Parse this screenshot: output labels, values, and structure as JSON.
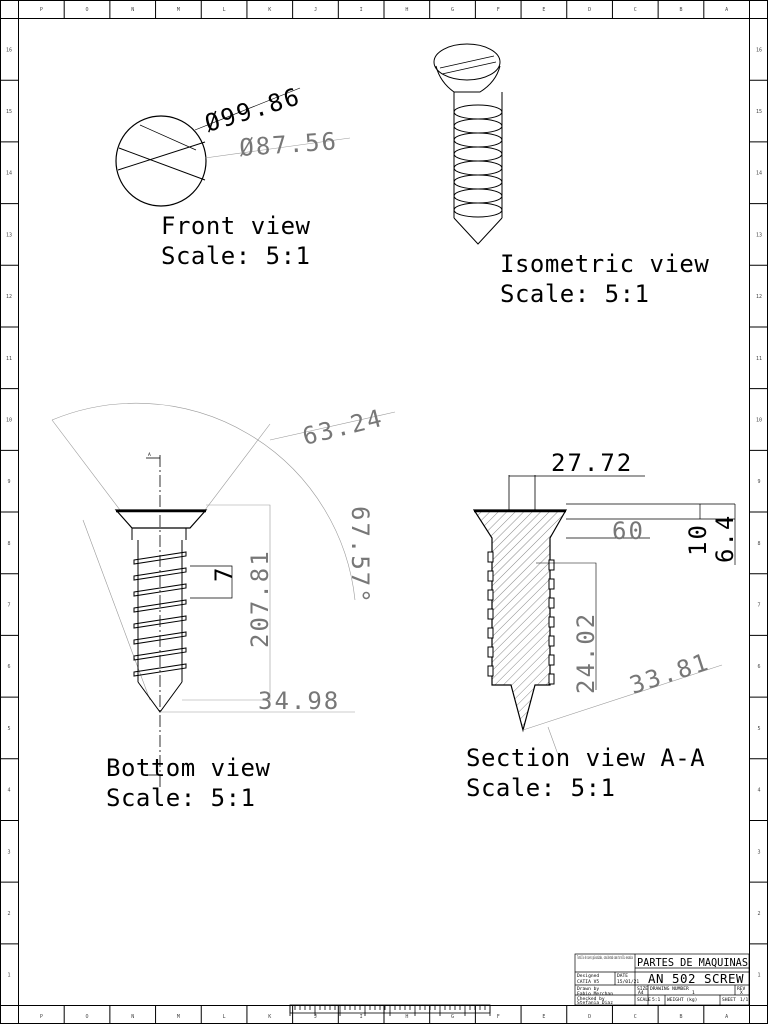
{
  "views": {
    "front": {
      "title": "Front view",
      "scale": "Scale: 5:1",
      "dim_outer": "Ø99.86",
      "dim_inner": "Ø87.56"
    },
    "isometric": {
      "title": "Isometric view",
      "scale": "Scale: 5:1"
    },
    "bottom": {
      "title": "Bottom view",
      "scale": "Scale: 5:1",
      "dim_angle": "63.24",
      "dim_radius": "67.57°",
      "dim_length": "207.81",
      "dim_pitch": "7",
      "dim_tip": "34.98",
      "section_mark": "A"
    },
    "section": {
      "title": "Section view A-A",
      "scale": "Scale: 5:1",
      "dim_head_width": "27.72",
      "dim_head_angle": "60",
      "dim_10": "10",
      "dim_64": "6.4",
      "dim_thread": "24.02",
      "dim_tip": "33.81"
    }
  },
  "title_block": {
    "description": "Tornillo de acero galvanizado, considerado como tornillo mecanico",
    "company": "PARTES DE MAQUINAS",
    "part_name": "AN 502 SCREW",
    "software_label": "Designed",
    "software": "CATIA V5",
    "date_label": "DATE",
    "date": "15/01/21",
    "drawn_by_label": "Drawn by",
    "drawn_by": "Fabio Merchan",
    "checked_by_label": "Checked by",
    "checked_by": "Stefania Diaz",
    "size_label": "SIZE",
    "size": "A4",
    "drawing_number_label": "DRAWING NUMBER",
    "drawing_number": "1",
    "rev_label": "REV",
    "rev": "X",
    "scale_label": "SCALE",
    "scale": "5:1",
    "weight_label": "WEIGHT (kg)",
    "weight": "",
    "sheet_label": "SHEET",
    "sheet": "1/1"
  },
  "border": {
    "top_letters": [
      "P",
      "O",
      "N",
      "M",
      "L",
      "K",
      "J",
      "I",
      "H",
      "G",
      "F",
      "E",
      "D",
      "C",
      "B",
      "A"
    ],
    "bottom_letters": [
      "P",
      "O",
      "N",
      "M",
      "L",
      "K",
      "J",
      "I",
      "H",
      "G",
      "F",
      "E",
      "D",
      "C",
      "B",
      "A"
    ],
    "side_numbers": [
      "16",
      "15",
      "14",
      "13",
      "12",
      "11",
      "10",
      "9",
      "8",
      "7",
      "6",
      "5",
      "4",
      "3",
      "2",
      "1"
    ]
  }
}
